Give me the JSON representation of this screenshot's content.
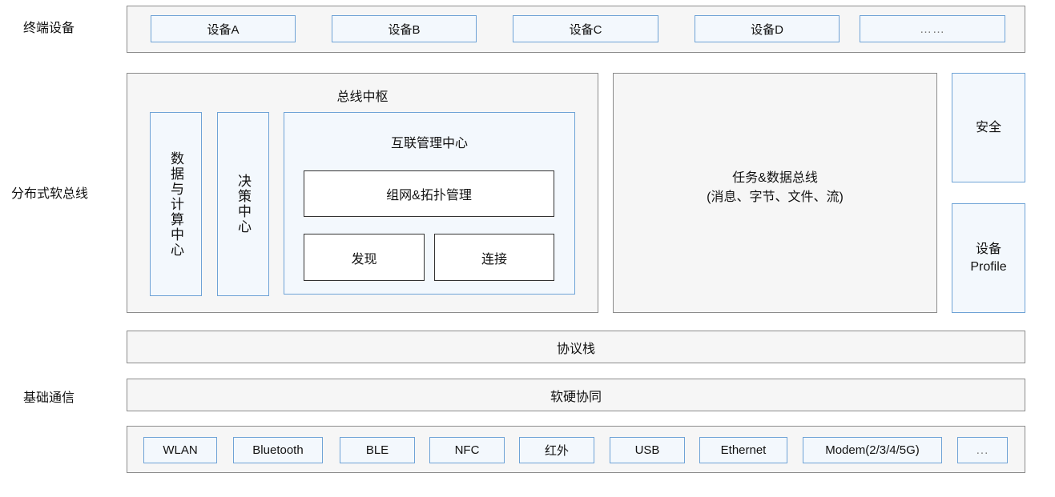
{
  "labels": {
    "terminal_devices": "终端设备",
    "distributed_softbus": "分布式软总线",
    "basic_comm": "基础通信"
  },
  "devices": [
    "设备A",
    "设备B",
    "设备C",
    "设备D",
    "……"
  ],
  "bus_hub": {
    "title": "总线中枢",
    "data_compute": "数据与计算中心",
    "decision": "决策中心",
    "interconnect": {
      "title": "互联管理中心",
      "networking": "组网&拓扑管理",
      "discovery": "发现",
      "connection": "连接"
    }
  },
  "task_data_bus": {
    "line1": "任务&数据总线",
    "line2": "(消息、字节、文件、流)"
  },
  "security": "安全",
  "device_profile": {
    "line1": "设备",
    "line2": "Profile"
  },
  "protocol_stack": "协议栈",
  "hw_sw_collab": "软硬协同",
  "comm_items": [
    "WLAN",
    "Bluetooth",
    "BLE",
    "NFC",
    "红外",
    "USB",
    "Ethernet",
    "Modem(2/3/4/5G)",
    "..."
  ]
}
